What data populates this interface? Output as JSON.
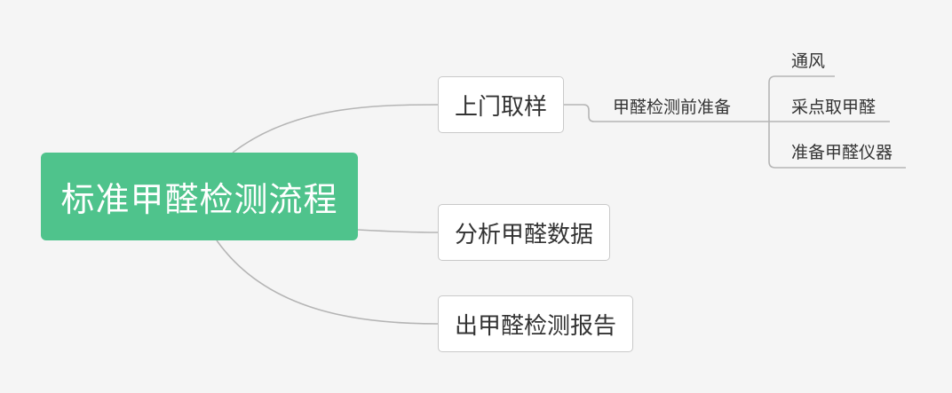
{
  "colors": {
    "root_fill": "#4fc38c",
    "root_text": "#ffffff",
    "connector": "#b5b5b5",
    "node_border": "#c9c9c9",
    "background": "#f5f5f5"
  },
  "mindmap": {
    "root": "标准甲醛检测流程",
    "branches": [
      {
        "label": "上门取样",
        "children": [
          {
            "label": "甲醛检测前准备",
            "children": [
              {
                "label": "通风"
              },
              {
                "label": "采点取甲醛"
              },
              {
                "label": "准备甲醛仪器"
              }
            ]
          }
        ]
      },
      {
        "label": "分析甲醛数据"
      },
      {
        "label": "出甲醛检测报告"
      }
    ]
  }
}
